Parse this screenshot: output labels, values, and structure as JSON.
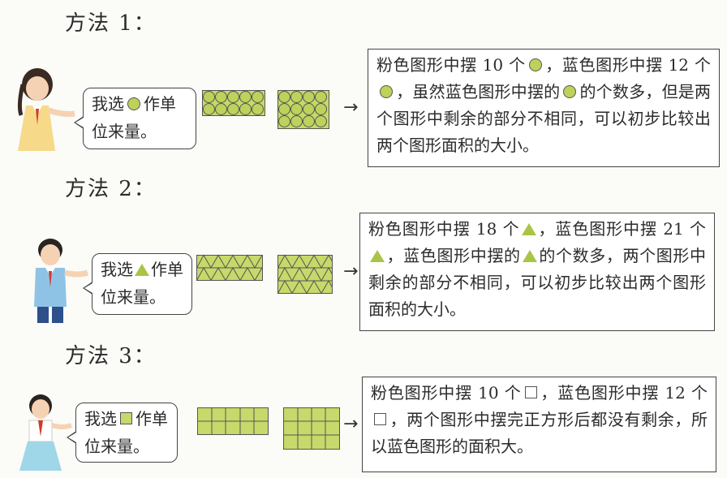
{
  "method1": {
    "heading": "方法 1：",
    "bubble": {
      "pre": "我选",
      "post": "作单位来量。"
    },
    "explanation": {
      "p1": "粉色图形中摆 10 个",
      "p2": "，蓝色图形中摆 12 个",
      "p3": "，虽然蓝色图形中摆的",
      "p4": "的个数多，但是两个图形中剩余的部分不相同，可以初步比较出两个图形面积的大小。"
    }
  },
  "method2": {
    "heading": "方法 2：",
    "bubble": {
      "pre": "我选",
      "post": "作单位来量。"
    },
    "explanation": {
      "p1": "粉色图形中摆 18 个",
      "p2": "，蓝色图形中摆 21 个",
      "p3": "，蓝色图形中摆的",
      "p4": "的个数多，两个图形中剩余的部分不相同，可以初步比较出两个图形面积的大小。"
    }
  },
  "method3": {
    "heading": "方法 3：",
    "bubble": {
      "pre": "我选",
      "post": "作单位来量。"
    },
    "explanation": {
      "p1": "粉色图形中摆 10 个",
      "p2": "，蓝色图形中摆 12 个",
      "p3": "，两个图形中摆完正方形后都没有剩余，所以蓝色图形的面积大。"
    }
  },
  "arrow": "→",
  "colors": {
    "unit_fill": "#c6d96a",
    "circle_fill": "#bcd25a",
    "outline": "#555555"
  }
}
